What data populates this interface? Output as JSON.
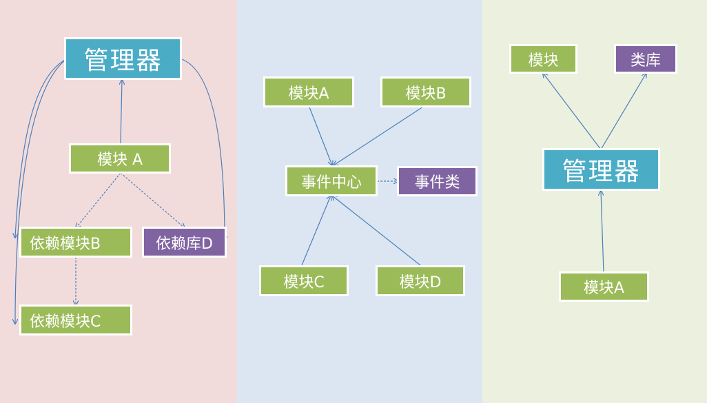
{
  "colors": {
    "panel_left": "#f2dcdb",
    "panel_middle": "#dce6f2",
    "panel_right": "#ebf1de",
    "module_box": "#9bbb59",
    "library_box": "#8064a2",
    "manager_box": "#4bacc6",
    "arrow": "#4a7ebb"
  },
  "left": {
    "manager": "管理器",
    "module_a": "模块 A",
    "dep_module_b": "依赖模块B",
    "dep_library_d": "依赖库D",
    "dep_module_c": "依赖模块C"
  },
  "middle": {
    "module_a": "模块A",
    "module_b": "模块B",
    "event_center": "事件中心",
    "event_class": "事件类",
    "module_c": "模块C",
    "module_d": "模块D"
  },
  "right": {
    "module": "模块",
    "class_library": "类库",
    "manager": "管理器",
    "module_a": "模块A"
  }
}
